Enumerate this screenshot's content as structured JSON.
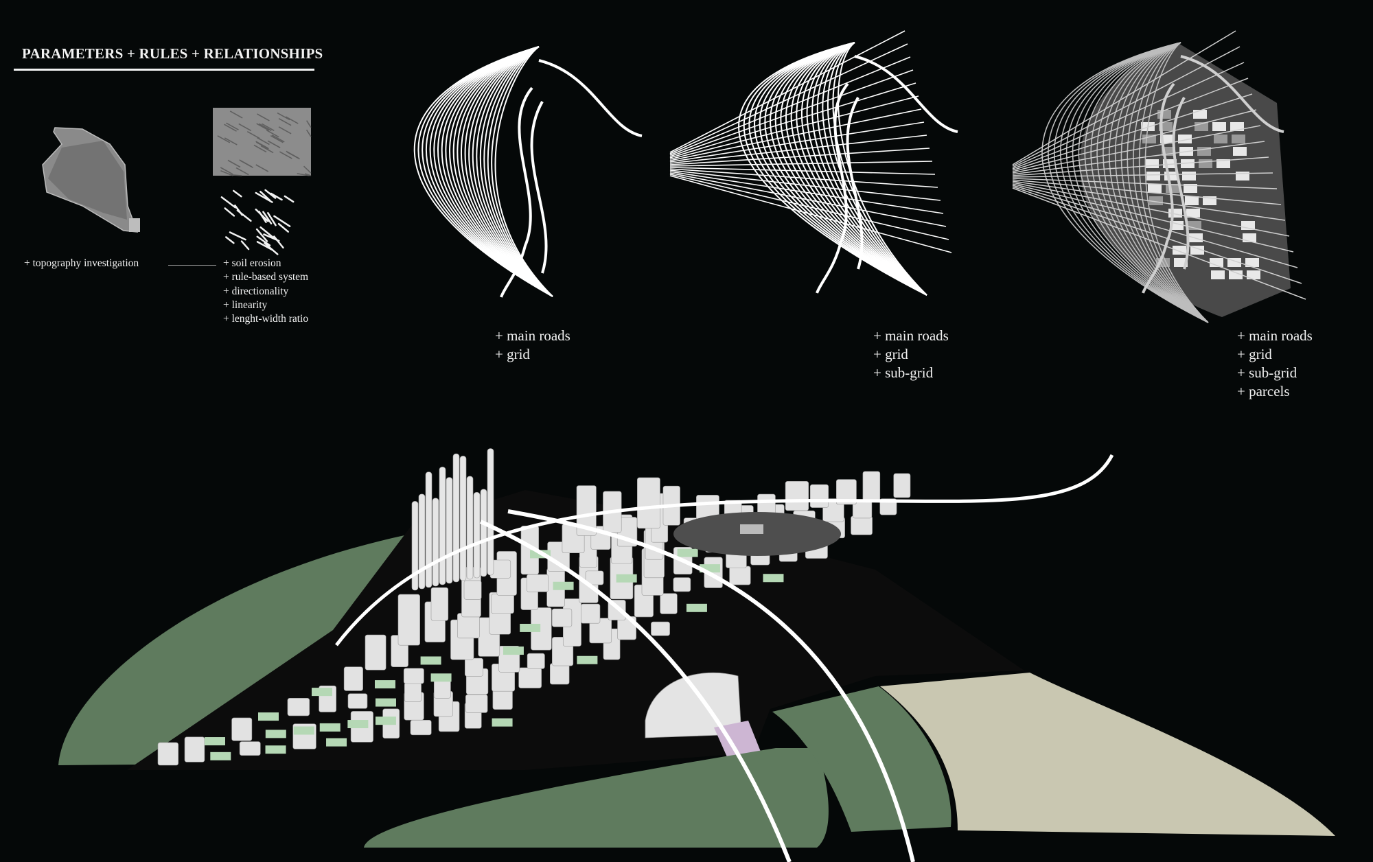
{
  "header": {
    "title": "PARAMETERS + RULES + RELATIONSHIPS"
  },
  "analysis": {
    "topography_label": "+ topography investigation",
    "factors": [
      "+ soil erosion",
      "+ rule-based system",
      "+ directionality",
      "+ linearity",
      "+ lenght-width ratio"
    ]
  },
  "steps": [
    {
      "items": [
        "+ main roads",
        "+ grid"
      ]
    },
    {
      "items": [
        "+ main roads",
        "+ grid",
        "+ sub-grid"
      ]
    },
    {
      "items": [
        "+ main roads",
        "+ grid",
        "+ sub-grid",
        "+ parcels"
      ]
    }
  ],
  "colors": {
    "background": "#050808",
    "park_green": "#5f7b5e",
    "light_green": "#b5d8b5",
    "beige": "#c9c7b1",
    "building": "#e2e2e2",
    "lavender": "#cdb6d3"
  }
}
